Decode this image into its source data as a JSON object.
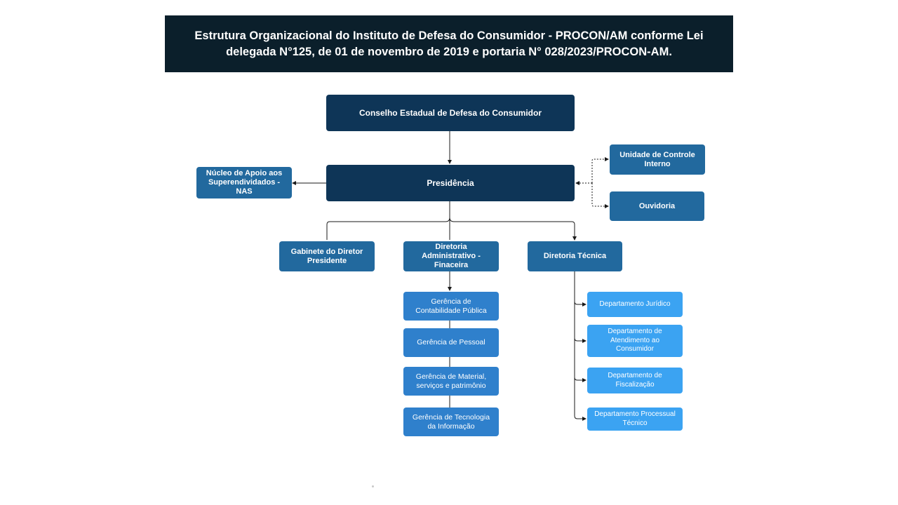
{
  "header": {
    "title": "Estrutura Organizacional do Instituto de Defesa do Consumidor - PROCON/AM conforme Lei delegada N°125, de 01 de novembro de 2019 e portaria N° 028/2023/PROCON-AM."
  },
  "nodes": {
    "conselho": "Conselho Estadual de Defesa do Consumidor",
    "presidencia": "Presidência",
    "nucleo": "Núcleo de Apoio aos Superendividados - NAS",
    "unidade_controle": "Unidade de Controle Interno",
    "ouvidoria": "Ouvidoria",
    "gabinete": "Gabinete do Diretor Presidente",
    "diretoria_adm": "Diretoria Administrativo - Finaceira",
    "diretoria_tec": "Diretoria Técnica",
    "ger_contabilidade": "Gerência de Contabilidade Pública",
    "ger_pessoal": "Gerência de Pessoal",
    "ger_material": "Gerência de Material, serviços e patrimônio",
    "ger_ti": "Gerência de Tecnologia da Informação",
    "dep_juridico": "Departamento Jurídico",
    "dep_atendimento": "Departamento de Atendimento ao Consumidor",
    "dep_fiscalizacao": "Departamento de Fiscalização",
    "dep_processual": "Departamento Processual Técnico"
  },
  "colors": {
    "header_bg": "#0b1f2b",
    "level0": "#0e3557",
    "level1": "#22699e",
    "level2": "#2f80cc",
    "level3": "#3ba3f2",
    "connector": "#1a1a1a"
  }
}
